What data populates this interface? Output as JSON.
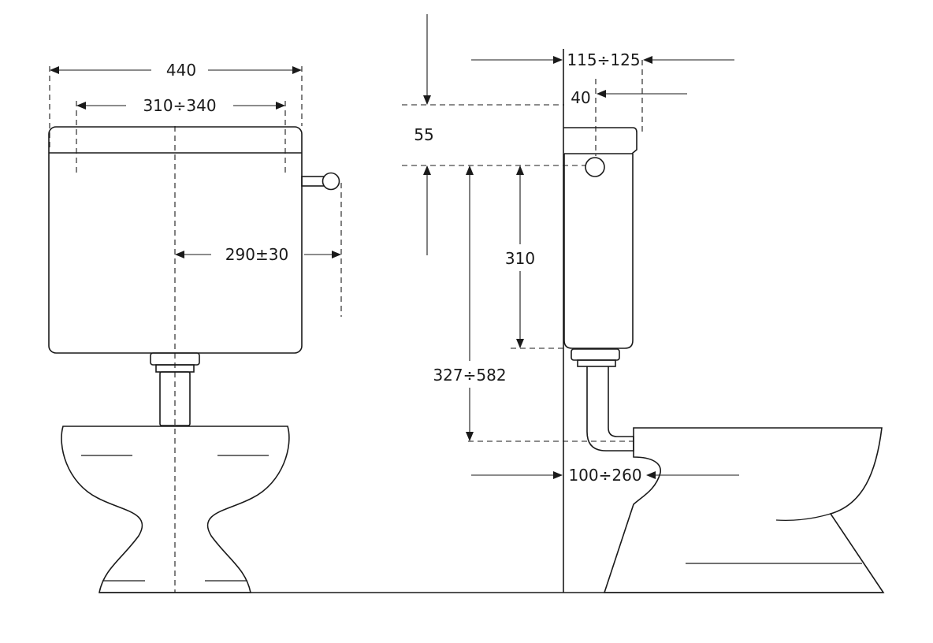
{
  "diagram": {
    "line_color": "#1a1a1a",
    "background": "#ffffff",
    "dimensions": {
      "cistern_width": "440",
      "inlet_spacing": "310÷340",
      "lever_offset": "290±30",
      "lid_height": "55",
      "flush_height": "310",
      "pipe_height": "327÷582",
      "wall_to_cistern": "115÷125",
      "inlet_from_wall": "40",
      "pan_outlet_from_wall": "100÷260"
    }
  }
}
